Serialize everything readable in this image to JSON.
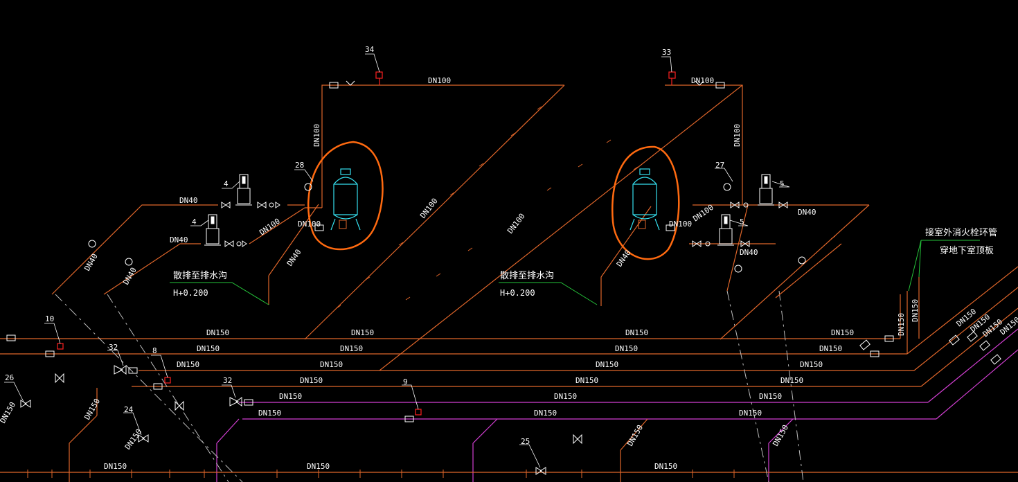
{
  "colors": {
    "background": "#000000",
    "pipe_orange": "#e0662a",
    "pipe_magenta": "#d23fd2",
    "leader_green": "#25c33a",
    "text_white": "#ffffff",
    "tank_cyan": "#35e0f0",
    "valve_red": "#ff2020",
    "markup_circle": "#ff6a10",
    "centerline_gray": "#bdbdbd"
  },
  "labels": {
    "tag_34": "34",
    "tag_33": "33",
    "tag_28": "28",
    "tag_27": "27",
    "tag_4a": "4",
    "tag_4b": "4",
    "tag_5a": "5",
    "tag_5b": "5",
    "tag_10": "10",
    "tag_32a": "32",
    "tag_32b": "32",
    "tag_8": "8",
    "tag_9": "9",
    "tag_26": "26",
    "tag_24": "24",
    "tag_25": "25",
    "dn100_top_left": "DN100",
    "dn100_top_right": "DN100",
    "dn100_vert_left": "DN100",
    "dn100_vert_right": "DN100",
    "dn100_diag_left": "DN100",
    "dn100_diag_right": "DN100",
    "dn100_pump_left": "DN100",
    "dn100_pump_right": "DN100",
    "dn100_tank_left": "DN100",
    "dn100_tank_right": "DN100",
    "dn40_a": "DN40",
    "dn40_b": "DN40",
    "dn40_c": "DN40",
    "dn40_d": "DN40",
    "dn40_e": "DN40",
    "dn40_f": "DN40",
    "dn40_g": "DN40",
    "dn40_h": "DN40",
    "drain_note_left": "散排至排水沟",
    "drain_note_right": "散排至排水沟",
    "elev_left": "H+0.200",
    "elev_right": "H+0.200",
    "connect_note_line1": "接室外消火栓环管",
    "connect_note_line2": "穿地下室顶板",
    "dn150": "DN150"
  }
}
